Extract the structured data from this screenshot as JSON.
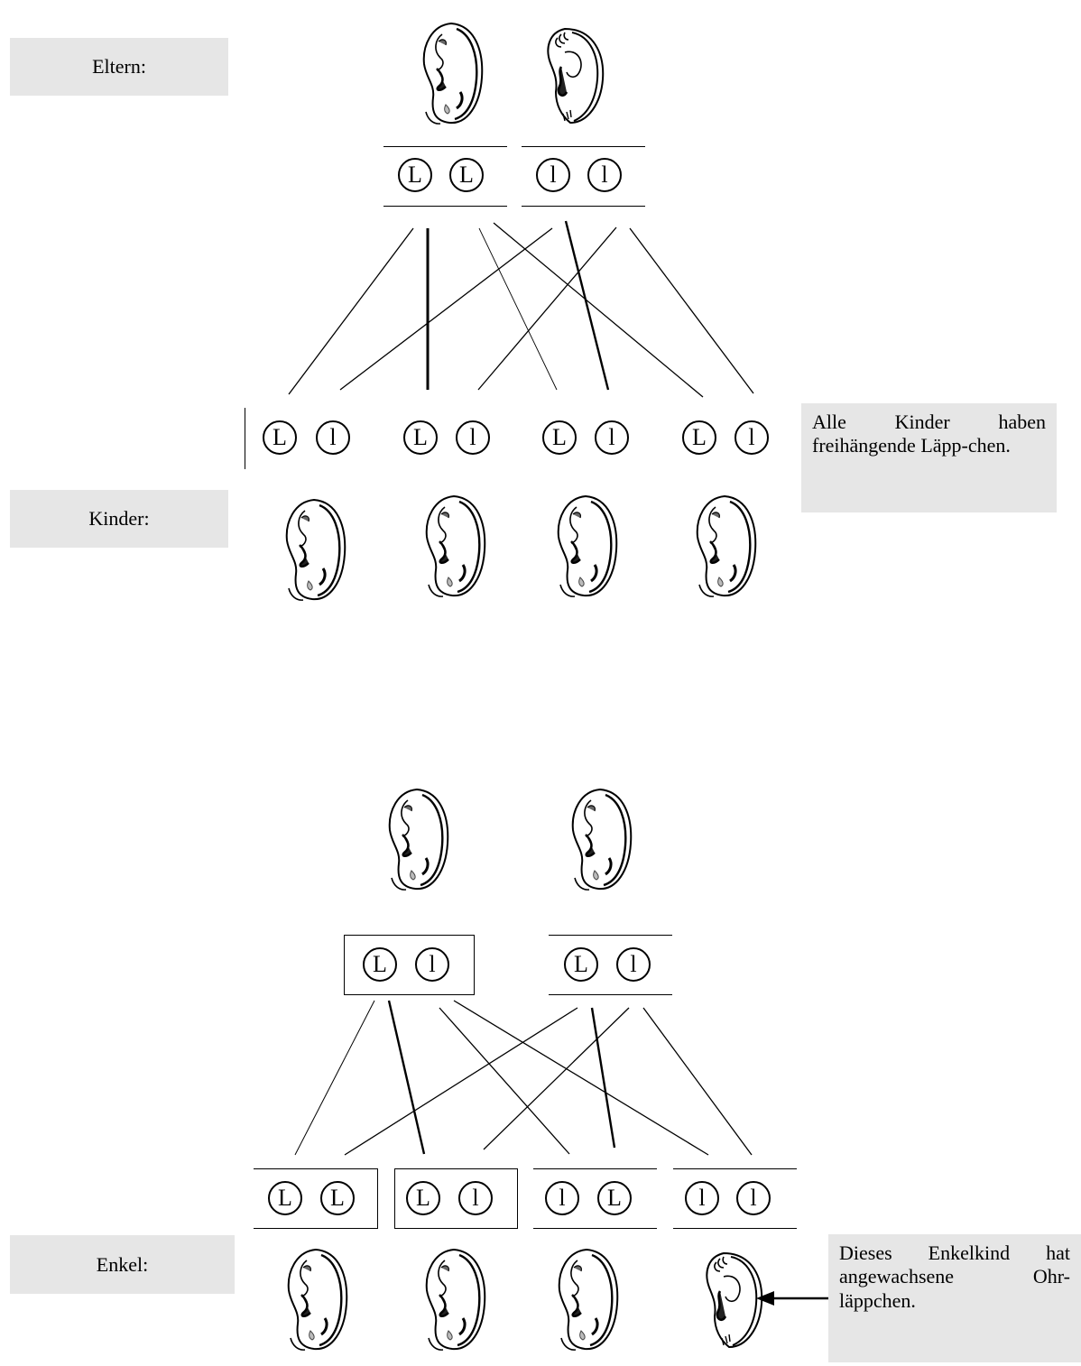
{
  "labels": {
    "parents": "Eltern:",
    "children": "Kinder:",
    "grandchildren": "Enkel:"
  },
  "notes": {
    "children_note": "Alle Kinder haben freihängende Läpp-chen.",
    "grandchild_note": "Dieses Enkelkind hat angewachsene Ohr-läppchen."
  },
  "generation1": {
    "parents": [
      {
        "alleles": [
          "L",
          "L"
        ],
        "earlobe": "free-ear-icon"
      },
      {
        "alleles": [
          "l",
          "l"
        ],
        "earlobe": "attached-ear-icon"
      }
    ],
    "children": [
      {
        "alleles": [
          "L",
          "l"
        ],
        "earlobe": "free-ear-icon"
      },
      {
        "alleles": [
          "L",
          "l"
        ],
        "earlobe": "free-ear-icon"
      },
      {
        "alleles": [
          "L",
          "l"
        ],
        "earlobe": "free-ear-icon"
      },
      {
        "alleles": [
          "L",
          "l"
        ],
        "earlobe": "free-ear-icon"
      }
    ]
  },
  "generation2": {
    "parents": [
      {
        "alleles": [
          "L",
          "l"
        ],
        "earlobe": "free-ear-icon"
      },
      {
        "alleles": [
          "L",
          "l"
        ],
        "earlobe": "free-ear-icon"
      }
    ],
    "grandchildren": [
      {
        "alleles": [
          "L",
          "L"
        ],
        "earlobe": "free-ear-icon"
      },
      {
        "alleles": [
          "L",
          "l"
        ],
        "earlobe": "free-ear-icon"
      },
      {
        "alleles": [
          "l",
          "L"
        ],
        "earlobe": "free-ear-icon"
      },
      {
        "alleles": [
          "l",
          "l"
        ],
        "earlobe": "attached-ear-icon"
      }
    ]
  }
}
